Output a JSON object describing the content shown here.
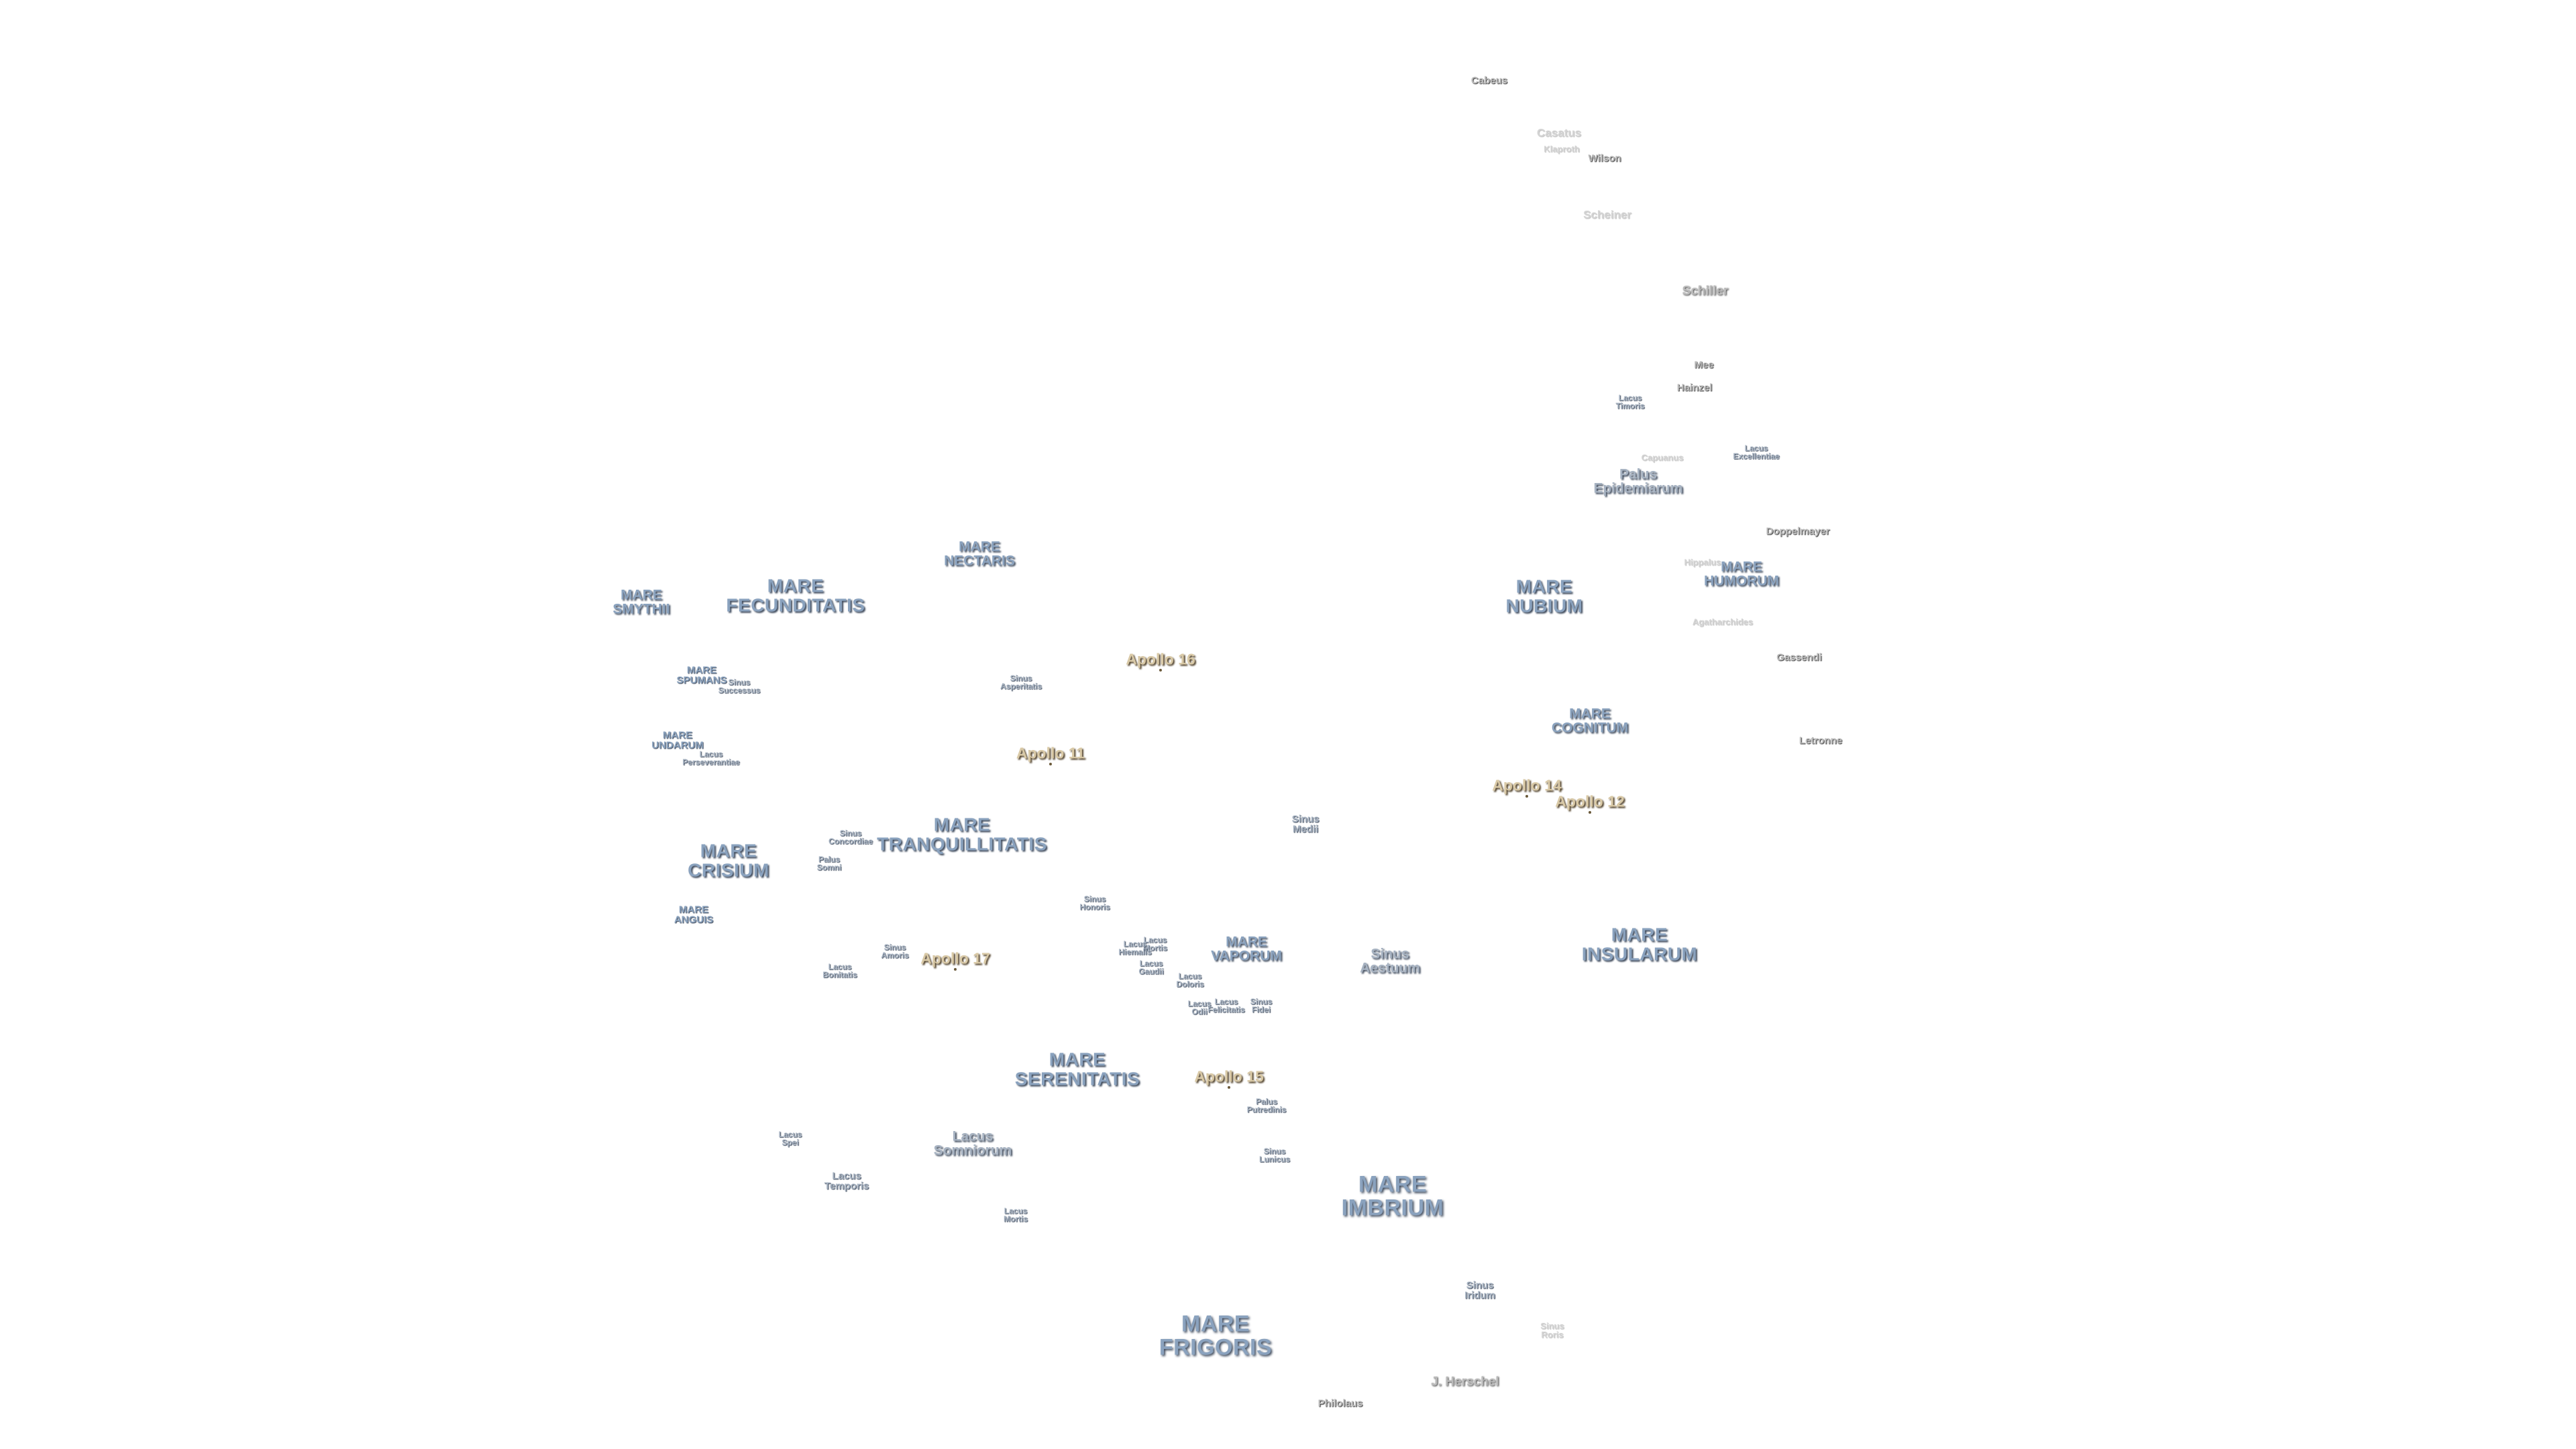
{
  "map": {
    "background": "#ffffff",
    "colors": {
      "mare": "#8aa2be",
      "feature": "#a7b3c2",
      "crater": "#bbbbbb",
      "faint": "#d4d4d4",
      "apollo": "#d9c9a6",
      "shadow": "#3a4658"
    },
    "labels": [
      {
        "id": "cabeus",
        "text": "Cabeus",
        "kind": "crater-s"
      },
      {
        "id": "casatus",
        "text": "Casatus",
        "kind": "faint"
      },
      {
        "id": "klaproth",
        "text": "Klaproth",
        "kind": "faint-s"
      },
      {
        "id": "wilson",
        "text": "Wilson",
        "kind": "crater-s"
      },
      {
        "id": "scheiner",
        "text": "Scheiner",
        "kind": "faint"
      },
      {
        "id": "schiller",
        "text": "Schiller",
        "kind": "crater"
      },
      {
        "id": "mee",
        "text": "Mee",
        "kind": "crater-s"
      },
      {
        "id": "hainzel",
        "text": "Hainzel",
        "kind": "crater-s"
      },
      {
        "id": "lacus-timoris",
        "text": "Lacus\nTimoris",
        "kind": "feat-xs"
      },
      {
        "id": "capuanus",
        "text": "Capuanus",
        "kind": "faint-s"
      },
      {
        "id": "lacus-excellentiae",
        "text": "Lacus\nExcellentiae",
        "kind": "feat-xs"
      },
      {
        "id": "palus-epidemiarum",
        "text": "Palus\nEpidemiarum",
        "kind": "feat"
      },
      {
        "id": "doppelmayer",
        "text": "Doppelmayer",
        "kind": "crater-s"
      },
      {
        "id": "hippalus",
        "text": "Hippalus",
        "kind": "faint-s"
      },
      {
        "id": "mare-humorum",
        "text": "MARE\nHUMORUM",
        "kind": "mare-s"
      },
      {
        "id": "mare-nubium",
        "text": "MARE\nNUBIUM",
        "kind": "mare"
      },
      {
        "id": "agatharchides",
        "text": "Agatharchides",
        "kind": "faint-s"
      },
      {
        "id": "gassendi",
        "text": "Gassendi",
        "kind": "crater-s"
      },
      {
        "id": "mare-cognitum",
        "text": "MARE\nCOGNITUM",
        "kind": "mare-s"
      },
      {
        "id": "letronne",
        "text": "Letronne",
        "kind": "crater-s"
      },
      {
        "id": "apollo-14",
        "text": "Apollo 14",
        "kind": "apollo",
        "marker": true
      },
      {
        "id": "apollo-12",
        "text": "Apollo 12",
        "kind": "apollo",
        "marker": true
      },
      {
        "id": "mare-nectaris",
        "text": "MARE\nNECTARIS",
        "kind": "mare-s"
      },
      {
        "id": "mare-smythii",
        "text": "MARE\nSMYTHII",
        "kind": "mare-s"
      },
      {
        "id": "mare-fecunditatis",
        "text": "MARE\nFECUNDITATIS",
        "kind": "mare"
      },
      {
        "id": "apollo-16",
        "text": "Apollo 16",
        "kind": "apollo",
        "marker": true
      },
      {
        "id": "mare-spumans",
        "text": "MARE\nSPUMANS",
        "kind": "mare-xs"
      },
      {
        "id": "sinus-successus",
        "text": "Sinus\nSuccessus",
        "kind": "feat-xs"
      },
      {
        "id": "sinus-asperitatis",
        "text": "Sinus\nAsperitatis",
        "kind": "feat-xs"
      },
      {
        "id": "mare-undarum",
        "text": "MARE\nUNDARUM",
        "kind": "mare-xs"
      },
      {
        "id": "lacus-perseverantiae",
        "text": "Lacus\nPerseverantiae",
        "kind": "feat-xs"
      },
      {
        "id": "apollo-11",
        "text": "Apollo 11",
        "kind": "apollo",
        "marker": true
      },
      {
        "id": "sinus-medii",
        "text": "Sinus\nMedii",
        "kind": "feat-s"
      },
      {
        "id": "sinus-concordiae",
        "text": "Sinus\nConcordiae",
        "kind": "feat-xs"
      },
      {
        "id": "mare-tranquillitatis",
        "text": "MARE\nTRANQUILLITATIS",
        "kind": "mare"
      },
      {
        "id": "mare-crisium",
        "text": "MARE\nCRISIUM",
        "kind": "mare"
      },
      {
        "id": "palus-somni",
        "text": "Palus\nSomni",
        "kind": "feat-xs"
      },
      {
        "id": "sinus-honoris",
        "text": "Sinus\nHonoris",
        "kind": "feat-xs"
      },
      {
        "id": "mare-anguis",
        "text": "MARE\nANGUIS",
        "kind": "mare-xs"
      },
      {
        "id": "lacus-mortis-upper",
        "text": "Lacus\nMortis",
        "kind": "feat-xs"
      },
      {
        "id": "lacus-hiemalis",
        "text": "Lacus\nHiemalis",
        "kind": "feat-xs"
      },
      {
        "id": "mare-vaporum",
        "text": "MARE\nVAPORUM",
        "kind": "mare-s"
      },
      {
        "id": "sinus-amoris",
        "text": "Sinus\nAmoris",
        "kind": "feat-xs"
      },
      {
        "id": "apollo-17",
        "text": "Apollo 17",
        "kind": "apollo",
        "marker": true
      },
      {
        "id": "sinus-aestuum",
        "text": "Sinus\nAestuum",
        "kind": "feat"
      },
      {
        "id": "mare-insularum",
        "text": "MARE\nINSULARUM",
        "kind": "mare"
      },
      {
        "id": "lacus-bonitatis",
        "text": "Lacus\nBonitatis",
        "kind": "feat-xs"
      },
      {
        "id": "lacus-gaudii",
        "text": "Lacus\nGaudii",
        "kind": "feat-xs"
      },
      {
        "id": "lacus-doloris",
        "text": "Lacus\nDoloris",
        "kind": "feat-xs"
      },
      {
        "id": "lacus-odii",
        "text": "Lacus\nOdii",
        "kind": "feat-xs"
      },
      {
        "id": "lacus-felicitatis",
        "text": "Lacus\nFelicitatis",
        "kind": "feat-xs"
      },
      {
        "id": "sinus-fidei",
        "text": "Sinus\nFidei",
        "kind": "feat-xs"
      },
      {
        "id": "mare-serenitatis",
        "text": "MARE\nSERENITATIS",
        "kind": "mare"
      },
      {
        "id": "apollo-15",
        "text": "Apollo 15",
        "kind": "apollo",
        "marker": true
      },
      {
        "id": "palus-putredinis",
        "text": "Palus\nPutredinis",
        "kind": "feat-xs"
      },
      {
        "id": "lacus-spei",
        "text": "Lacus\nSpei",
        "kind": "feat-xs"
      },
      {
        "id": "lacus-somniorum",
        "text": "Lacus\nSomniorum",
        "kind": "feat"
      },
      {
        "id": "sinus-lunicus",
        "text": "Sinus\nLunicus",
        "kind": "feat-xs"
      },
      {
        "id": "lacus-temporis",
        "text": "Lacus\nTemporis",
        "kind": "feat-s"
      },
      {
        "id": "mare-imbrium",
        "text": "MARE\nIMBRIUM",
        "kind": "mare-l"
      },
      {
        "id": "lacus-mortis",
        "text": "Lacus\nMortis",
        "kind": "feat-xs"
      },
      {
        "id": "sinus-iridum",
        "text": "Sinus\nIridum",
        "kind": "feat-s"
      },
      {
        "id": "sinus-roris",
        "text": "Sinus\nRoris",
        "kind": "faint-s"
      },
      {
        "id": "mare-frigoris",
        "text": "MARE\nFRIGORIS",
        "kind": "mare-l"
      },
      {
        "id": "j-herschel",
        "text": "J. Herschel",
        "kind": "crater"
      },
      {
        "id": "philolaus",
        "text": "Philolaus",
        "kind": "crater-s"
      }
    ]
  }
}
